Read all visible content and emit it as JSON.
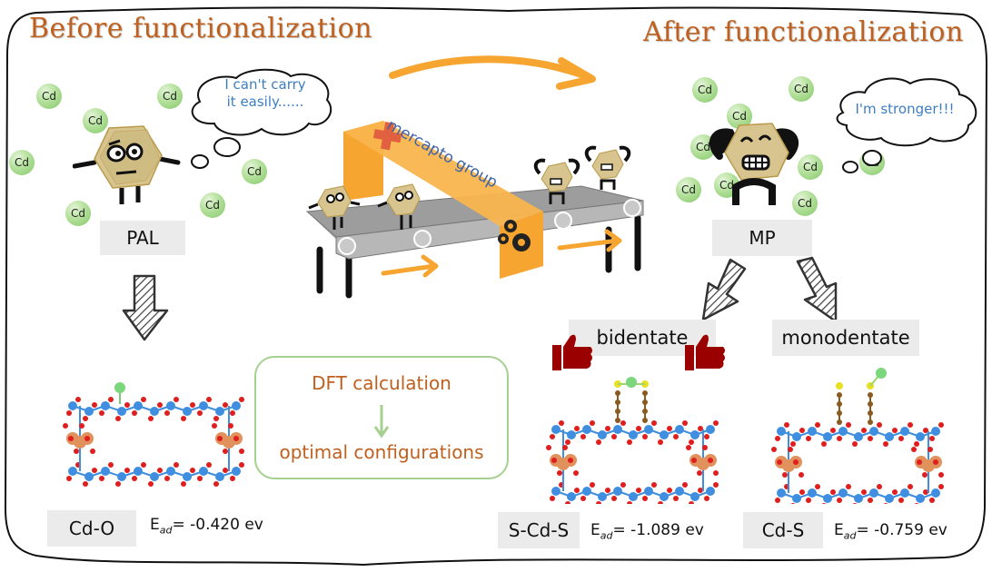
{
  "left_panel": {
    "heading": "Before functionalization",
    "thought": [
      "I can't carry",
      "it easily......"
    ],
    "adsorbent_label": "PAL",
    "ion_label": "Cd",
    "configuration": {
      "name": "Cd-O",
      "energy_symbol": "E",
      "energy_subscript": "ad",
      "energy_value": "= -0.420 ev"
    }
  },
  "right_panel": {
    "heading": "After functionalization",
    "thought": "I'm stronger!!!",
    "adsorbent_label": "MP",
    "ion_label": "Cd",
    "modes": [
      {
        "label": "bidentate",
        "recommended": true,
        "configuration": "S-Cd-S",
        "energy_symbol": "E",
        "energy_subscript": "ad",
        "energy_value": "= -1.089 ev"
      },
      {
        "label": "monodentate",
        "recommended": false,
        "configuration": "Cd-S",
        "energy_symbol": "E",
        "energy_subscript": "ad",
        "energy_value": "= -0.759 ev"
      }
    ]
  },
  "process": {
    "tunnel_label": "mercapto group",
    "dft_step": "DFT calculation",
    "dft_result": "optimal configurations"
  },
  "colors": {
    "heading": "#c0601f",
    "thought_text": "#3d7ec1",
    "accent_orange": "#f7a531",
    "cd_ion": "#9ed686",
    "dft_border": "#a5d08f",
    "thumb": "#9b0000",
    "label_bg": "#ebebeb"
  }
}
